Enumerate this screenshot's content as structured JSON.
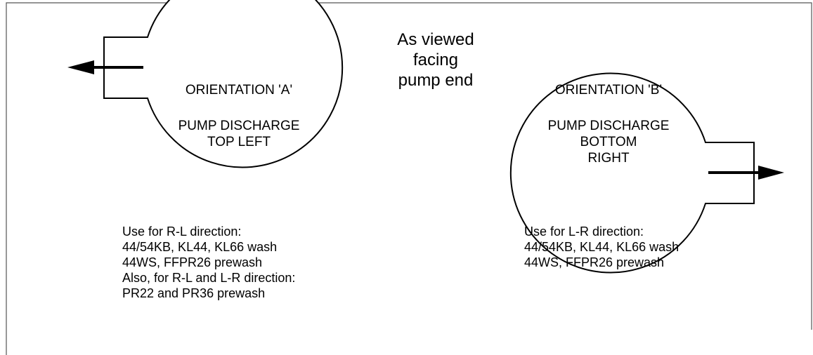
{
  "heading": [
    "As viewed",
    "facing",
    "pump end"
  ],
  "orientation_a": {
    "title": "ORIENTATION  'A'",
    "line1": "PUMP DISCHARGE",
    "line2": "TOP LEFT",
    "notes": [
      "Use for R-L direction:",
      "44/54KB, KL44, KL66 wash",
      "44WS, FFPR26 prewash",
      "Also,  for R-L and L-R direction:",
      "PR22 and PR36 prewash"
    ]
  },
  "orientation_b": {
    "title": "ORIENTATION  'B'",
    "line1": "PUMP DISCHARGE",
    "line2": "BOTTOM",
    "line3": "RIGHT",
    "notes": [
      "Use for L-R direction:",
      "44/54KB, KL44, KL66 wash",
      "44WS, FFPR26 prewash"
    ]
  }
}
